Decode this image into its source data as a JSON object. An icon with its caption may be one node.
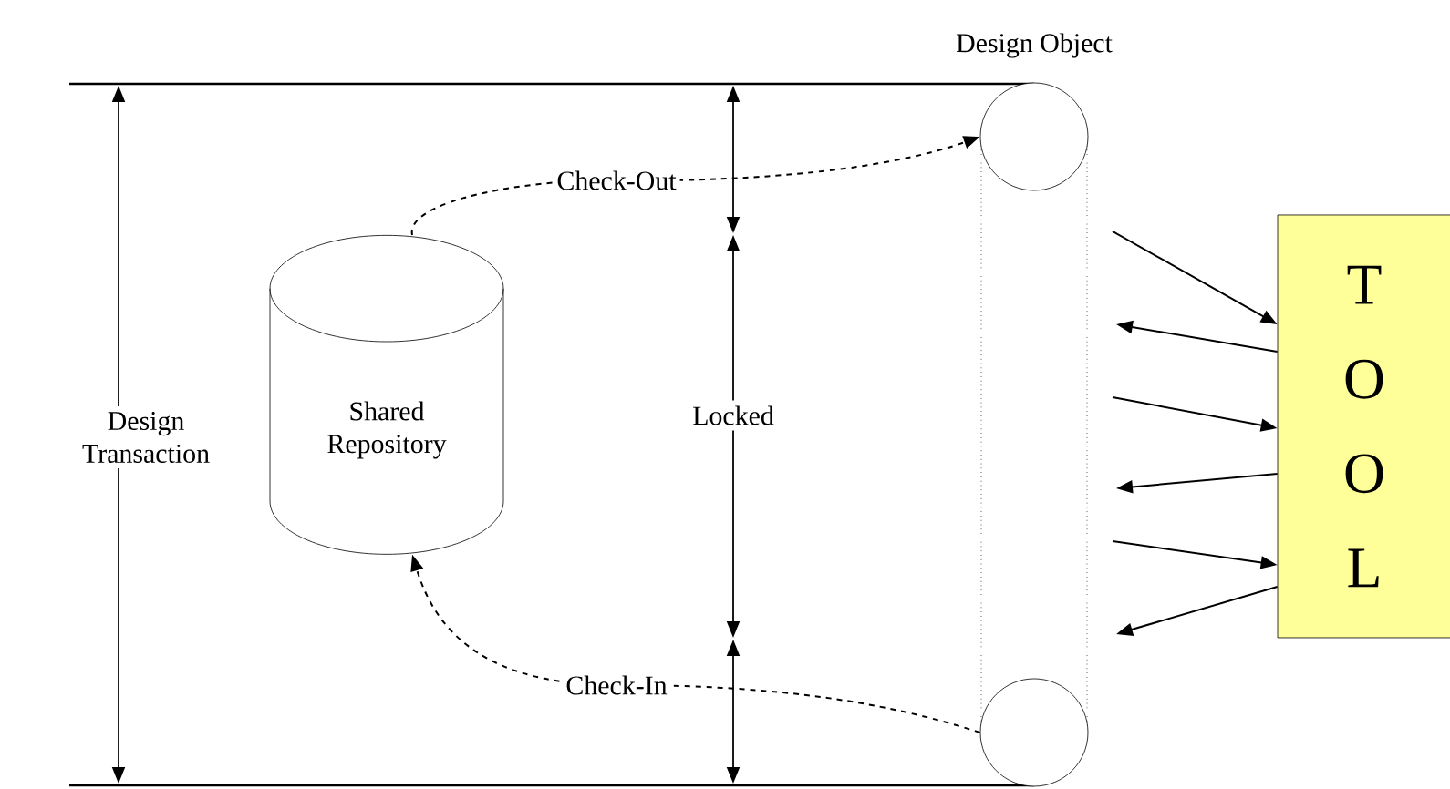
{
  "diagram": {
    "nodes": [
      {
        "text": [
          "Shared Repository"
        ]
      },
      {
        "text": [],
        "shape": "circle",
        "beside": [
          "Design Object"
        ]
      },
      {
        "text": [],
        "shape": "circle"
      },
      {
        "text": [
          "T O O L"
        ]
      }
    ],
    "edges": [
      {
        "from": 0,
        "to": 1,
        "arrow": "to",
        "style": "dashed",
        "label": "Check-Out"
      },
      {
        "from": 2,
        "to": 0,
        "arrow": "to",
        "style": "dashed",
        "label": "Check-In"
      },
      {
        "from": null,
        "to": 3,
        "arrow": "to"
      },
      {
        "from": 3,
        "to": null,
        "arrow": "to"
      },
      {
        "from": null,
        "to": 3,
        "arrow": "to"
      },
      {
        "from": 3,
        "to": null,
        "arrow": "to"
      },
      {
        "from": null,
        "to": 3,
        "arrow": "to"
      },
      {
        "from": 3,
        "to": null,
        "arrow": "to"
      }
    ],
    "labels": [
      "Design Transaction",
      "Locked"
    ]
  }
}
